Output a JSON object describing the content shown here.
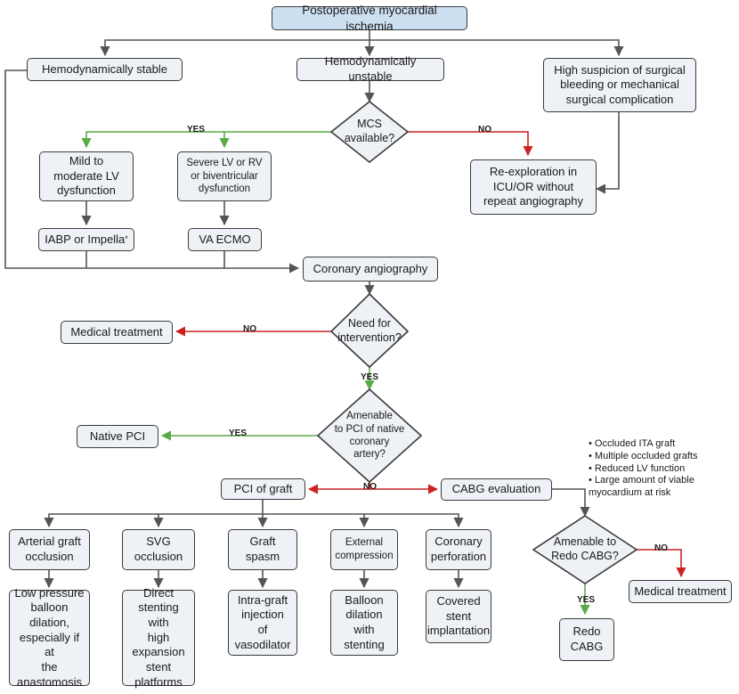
{
  "nodes": {
    "title": "Postoperative myocardial ischemia",
    "stable": "Hemodynamically stable",
    "unstable": "Hemodynamically unstable",
    "suspicion": "High suspicion of surgical bleeding or mechanical surgical complication",
    "mcs": "MCS\navailable?",
    "mild": "Mild to\nmoderate LV\ndysfunction",
    "severe": "Severe LV or RV\nor biventricular\ndysfunction",
    "reexploration": "Re-exploration in\nICU/OR without\nrepeat angiography",
    "iabp": "IABP or Impella",
    "iabp_mark": "*",
    "vaecmo": "VA ECMO",
    "angiography": "Coronary angiography",
    "need": "Need for\nintervention?",
    "medical1": "Medical treatment",
    "amenable_native": "Amenable\nto PCI of native\ncoronary\nartery?",
    "native_pci": "Native PCI",
    "pci_graft": "PCI of graft",
    "cabg_eval": "CABG evaluation",
    "redo_q": "Amenable to\nRedo CABG?",
    "medical2": "Medical treatment",
    "redo": "Redo\nCABG",
    "arterial": "Arterial graft\nocclusion",
    "svg": "SVG\nocclusion",
    "spasm": "Graft\nspasm",
    "external": "External\ncompression",
    "perforation": "Coronary\nperforation",
    "low_pressure": "Low pressure\nballoon\ndilation,\nespecially if at\nthe\nanastomosis",
    "direct_stent": "Direct\nstenting with\nhigh\nexpansion\nstent\nplatforms",
    "intragraft": "Intra-graft\ninjection\nof\nvasodilator",
    "balloon": "Balloon\ndilation\nwith\nstenting",
    "covered": "Covered\nstent\nimplantation"
  },
  "edge_labels": {
    "mcs_yes": "YES",
    "mcs_no": "NO",
    "need_no": "NO",
    "need_yes": "YES",
    "native_yes": "YES",
    "native_no": "NO",
    "redo_no": "NO",
    "redo_yes": "YES"
  },
  "cabg_criteria": [
    "Occluded ITA graft",
    "Multiple occluded grafts",
    "Reduced LV function",
    "Large amount of viable\nmyocardium at risk"
  ],
  "colors": {
    "line": "#555555",
    "yes": "#5aab45",
    "no": "#cc2222",
    "box_fill": "#eef1f6",
    "title_fill": "#cde0f2"
  }
}
